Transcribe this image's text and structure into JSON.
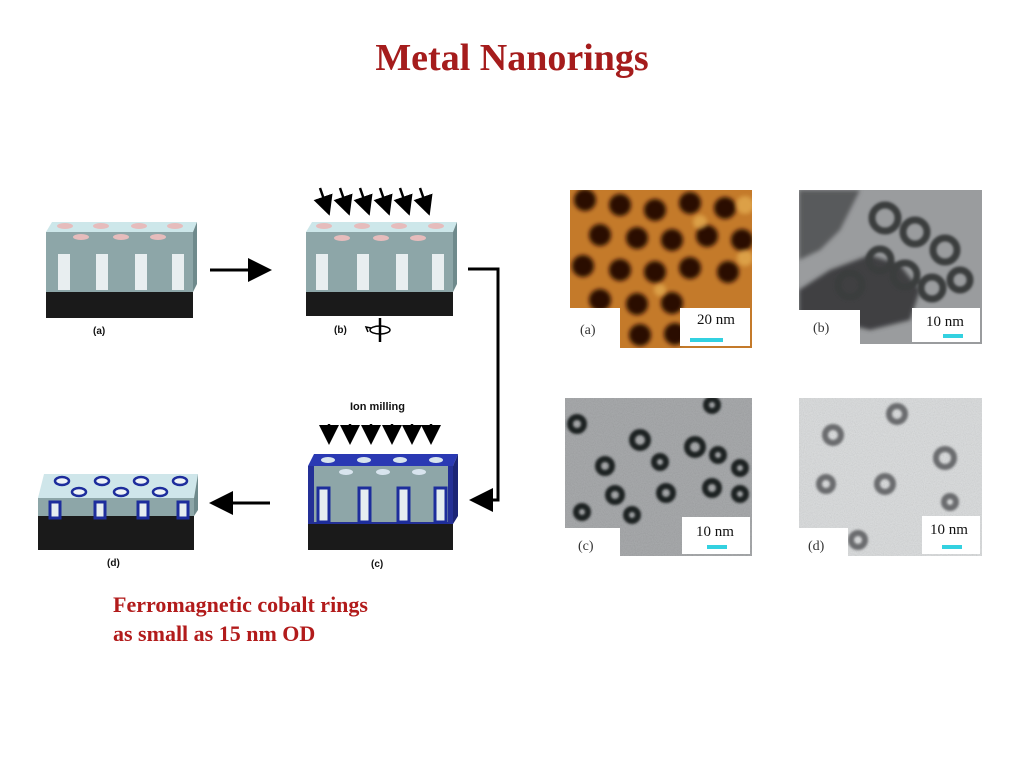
{
  "slide": {
    "title": "Metal Nanorings",
    "caption_lines": [
      "Ferromagnetic cobalt rings",
      "as small as 15 nm OD"
    ]
  },
  "schematic": {
    "panel_labels": [
      "(a)",
      "(b)",
      "(c)",
      "(d)"
    ],
    "ion_milling_label": "Ion milling"
  },
  "micrographs": {
    "panels": [
      {
        "label": "(a)",
        "scale": "20 nm"
      },
      {
        "label": "(b)",
        "scale": "10 nm"
      },
      {
        "label": "(c)",
        "scale": "10 nm"
      },
      {
        "label": "(d)",
        "scale": "10 nm"
      }
    ]
  },
  "colors": {
    "title": "#a51c1c",
    "caption": "#b21b1b",
    "scale_bar": "#33d1e0",
    "ring_blue": "#1d2d9c"
  }
}
